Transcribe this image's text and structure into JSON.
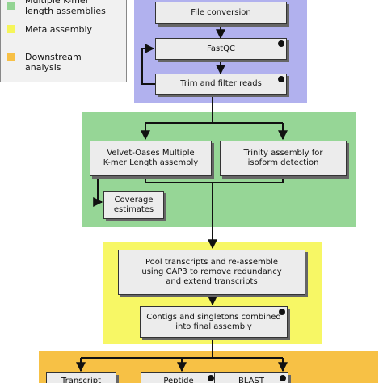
{
  "legend": {
    "items": [
      {
        "text_lines": [
          "Multiple K-mer",
          "length assemblies"
        ],
        "color": "#93d493"
      },
      {
        "text_lines": [
          "Meta assembly"
        ],
        "color": "#f5f55a"
      },
      {
        "text_lines": [
          "Downstream",
          "analysis"
        ],
        "color": "#f7c046"
      }
    ]
  },
  "regions": {
    "preprocessing": {
      "color": "#b1b1ee"
    },
    "assembly": {
      "color": "#96d696"
    },
    "meta": {
      "color": "#f7f765"
    },
    "downstream": {
      "color": "#f7c145"
    }
  },
  "boxes": {
    "file_conversion": {
      "lines": [
        "File conversion"
      ]
    },
    "fastqc": {
      "lines": [
        "FastQC"
      ]
    },
    "trim_filter": {
      "lines": [
        "Trim and filter reads"
      ]
    },
    "velvet_oases": {
      "lines": [
        "Velvet-Oases Multiple",
        "K-mer Length assembly"
      ]
    },
    "trinity": {
      "lines": [
        "Trinity assembly for",
        "isoform detection"
      ]
    },
    "coverage": {
      "lines": [
        "Coverage",
        "estimates"
      ]
    },
    "pool": {
      "lines": [
        "Pool transcripts and re-assemble",
        "using CAP3 to remove redundancy",
        "and extend transcripts"
      ]
    },
    "contigs": {
      "lines": [
        "Contigs and singletons combined",
        "into final assembly"
      ]
    },
    "transcript": {
      "lines": [
        "Transcript"
      ]
    },
    "peptide": {
      "lines": [
        "Peptide"
      ]
    },
    "blast": {
      "lines": [
        "BLAST"
      ]
    }
  }
}
